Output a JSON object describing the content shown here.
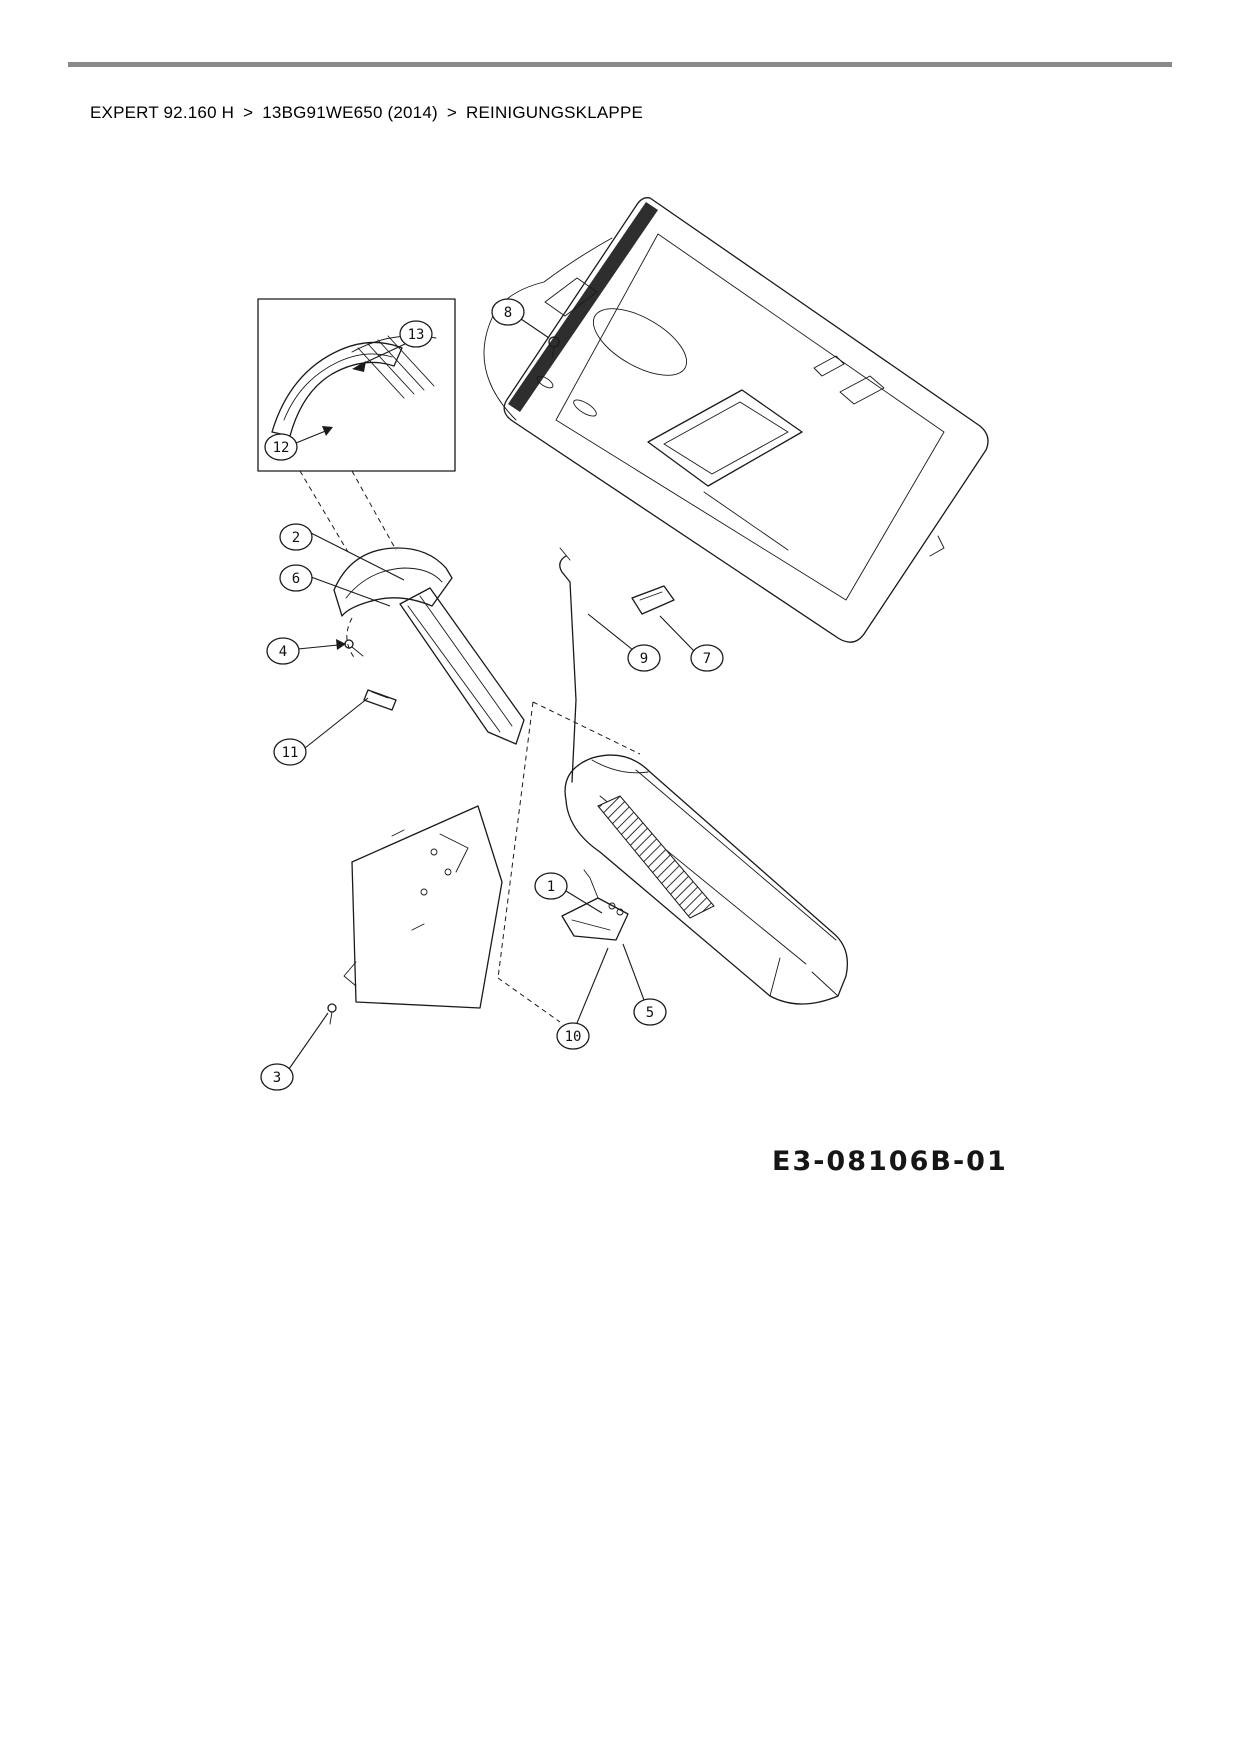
{
  "breadcrumb": {
    "separator": ">",
    "items": [
      "EXPERT 92.160 H",
      "13BG91WE650 (2014)",
      "REINIGUNGSKLAPPE"
    ]
  },
  "diagram": {
    "drawing_number": "E3-08106B-01",
    "callouts": [
      {
        "label": "8"
      },
      {
        "label": "13"
      },
      {
        "label": "12"
      },
      {
        "label": "2"
      },
      {
        "label": "6"
      },
      {
        "label": "4"
      },
      {
        "label": "9"
      },
      {
        "label": "7"
      },
      {
        "label": "11"
      },
      {
        "label": "1"
      },
      {
        "label": "5"
      },
      {
        "label": "10"
      },
      {
        "label": "3"
      }
    ]
  },
  "colors": {
    "line": "#1a1a1a",
    "top_rule": "#8a8a8a",
    "background": "#ffffff"
  }
}
